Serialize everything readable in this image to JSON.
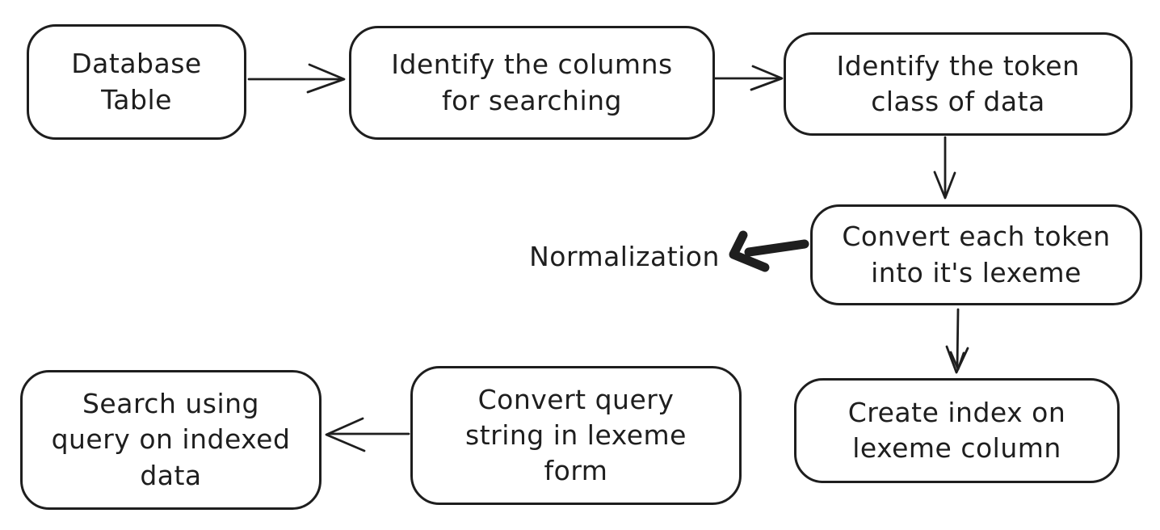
{
  "colors": {
    "stroke": "#1e1e1e",
    "background": "#ffffff"
  },
  "nodes": [
    {
      "id": "database-table",
      "lines": [
        "Database",
        "Table"
      ]
    },
    {
      "id": "identify-columns",
      "lines": [
        "Identify the columns",
        "for searching"
      ]
    },
    {
      "id": "identify-token-class",
      "lines": [
        "Identify the token",
        "class of data"
      ]
    },
    {
      "id": "convert-token-to-lexeme",
      "lines": [
        "Convert each token",
        "into it's lexeme"
      ]
    },
    {
      "id": "create-index",
      "lines": [
        "Create index on",
        "lexeme column"
      ]
    },
    {
      "id": "convert-query-string",
      "lines": [
        "Convert query",
        "string in lexeme",
        "form"
      ]
    },
    {
      "id": "search-indexed-data",
      "lines": [
        "Search using",
        "query on indexed",
        "data"
      ]
    }
  ],
  "annotations": {
    "normalization_label": "Normalization"
  }
}
